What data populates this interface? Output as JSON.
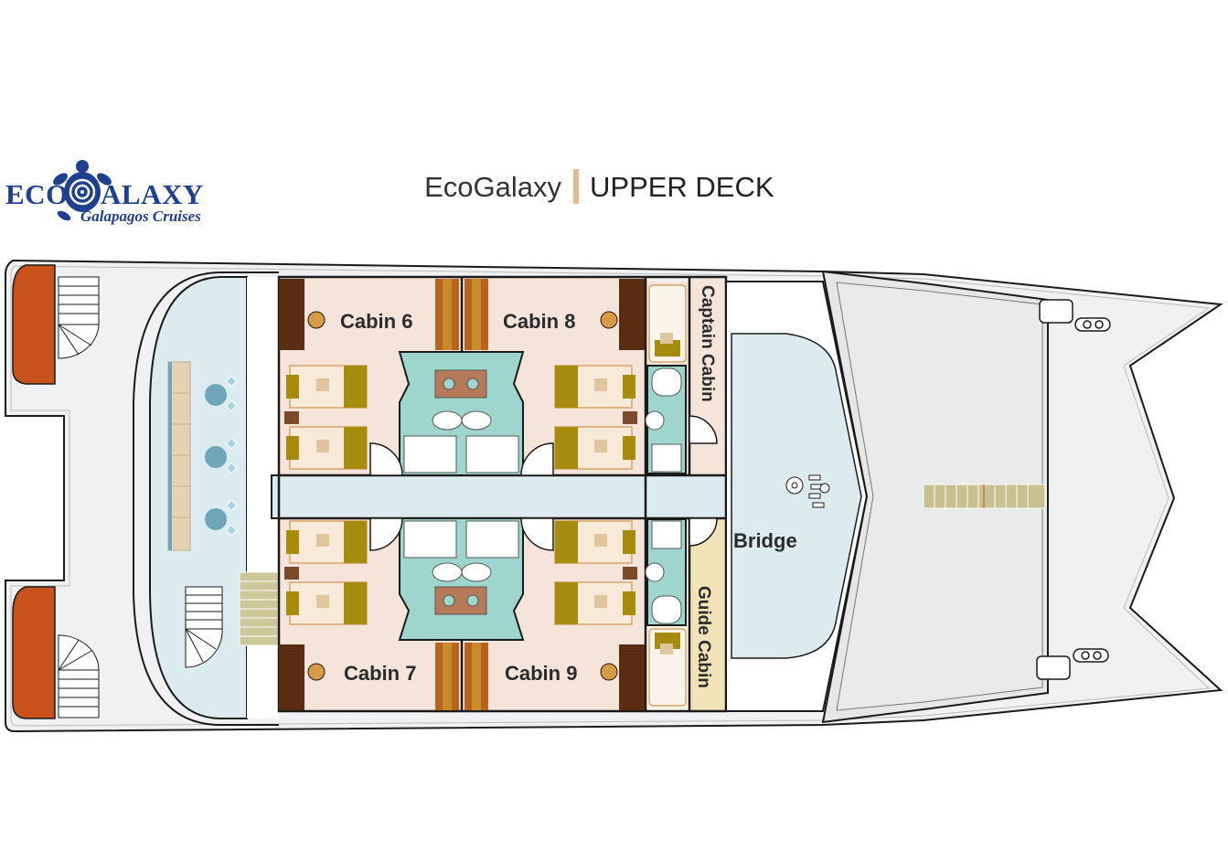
{
  "logo": {
    "brand": "ECO",
    "brand_rest": "ALAXY",
    "tagline": "Galapagos Cruises"
  },
  "header": {
    "ship_name": "EcoGalaxy",
    "deck_name": "UPPER DECK"
  },
  "rooms": {
    "cabin_6": "Cabin 6",
    "cabin_7": "Cabin 7",
    "cabin_8": "Cabin 8",
    "cabin_9": "Cabin 9",
    "captain_cabin": "Captain Cabin",
    "guide_cabin": "Guide Cabin",
    "bridge": "Bridge"
  },
  "colors": {
    "hull": "#f0f1f3",
    "outline": "#1a1a1a",
    "cabin_floor": "#f4e4da",
    "bathroom": "#9ed6ce",
    "pool_deck": "#dcebee",
    "bed_frame": "#a58c0c",
    "sofa_orange": "#c8521a",
    "wood_dark": "#5a2d12",
    "guide_tint": "#f1e3b8",
    "logo_blue": "#1f3f8f",
    "accent_bar": "#e8b98c"
  }
}
